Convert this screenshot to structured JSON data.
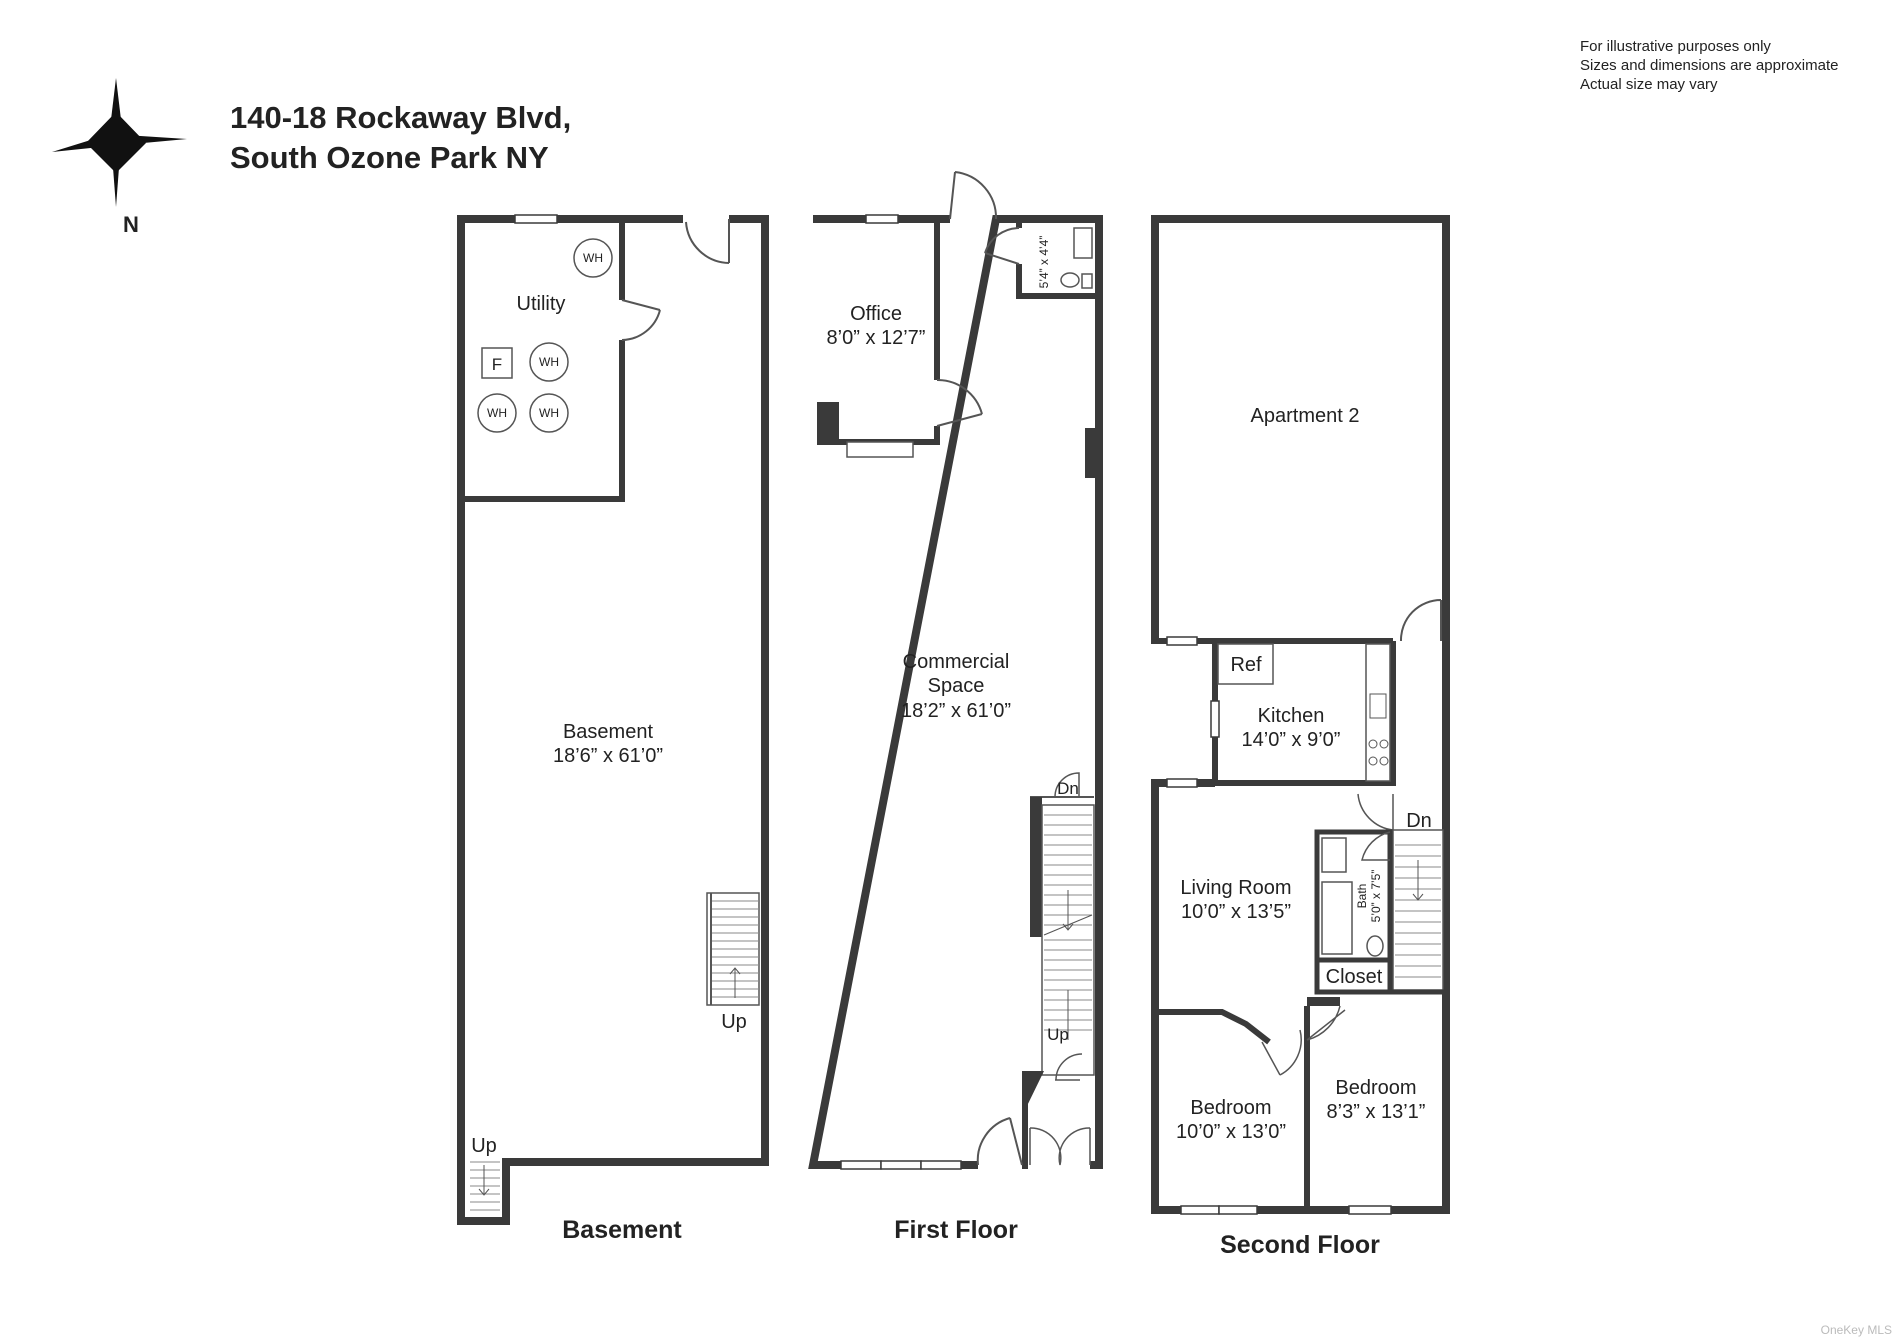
{
  "header": {
    "address_line1": "140-18 Rockaway Blvd,",
    "address_line2": "South Ozone Park NY",
    "compass_label": "N"
  },
  "disclaimer": {
    "line1": "For illustrative purposes only",
    "line2": "Sizes and dimensions are approximate",
    "line3": "Actual size may vary"
  },
  "floors": {
    "basement": {
      "title": "Basement",
      "utility_label": "Utility",
      "furnace_label": "F",
      "water_heater_label": "WH",
      "room_name": "Basement",
      "room_size": "18’6” x 61’0”",
      "stair_up_label": "Up",
      "stair_up_label_2": "Up"
    },
    "first": {
      "title": "First Floor",
      "office_name": "Office",
      "office_size": "8’0” x 12’7”",
      "wc_size": "5’4” x 4’4”",
      "commercial_name_1": "Commercial",
      "commercial_name_2": "Space",
      "commercial_size": "18’2” x 61’0”",
      "stair_down_label": "Dn",
      "stair_up_label": "Up"
    },
    "second": {
      "title": "Second Floor",
      "apartment_name": "Apartment 2",
      "ref_label": "Ref",
      "kitchen_name": "Kitchen",
      "kitchen_size": "14’0” x 9’0”",
      "living_name": "Living Room",
      "living_size": "10’0” x 13’5”",
      "bath_name": "Bath",
      "bath_size": "5’0” x 7’5”",
      "closet_name": "Closet",
      "stair_down_label": "Dn",
      "bedroom1_name": "Bedroom",
      "bedroom1_size": "10’0” x 13’0”",
      "bedroom2_name": "Bedroom",
      "bedroom2_size": "8’3” x 13’1”"
    }
  },
  "watermark": "OneKey MLS",
  "colors": {
    "wall": "#3a3a3a",
    "text": "#222222"
  }
}
